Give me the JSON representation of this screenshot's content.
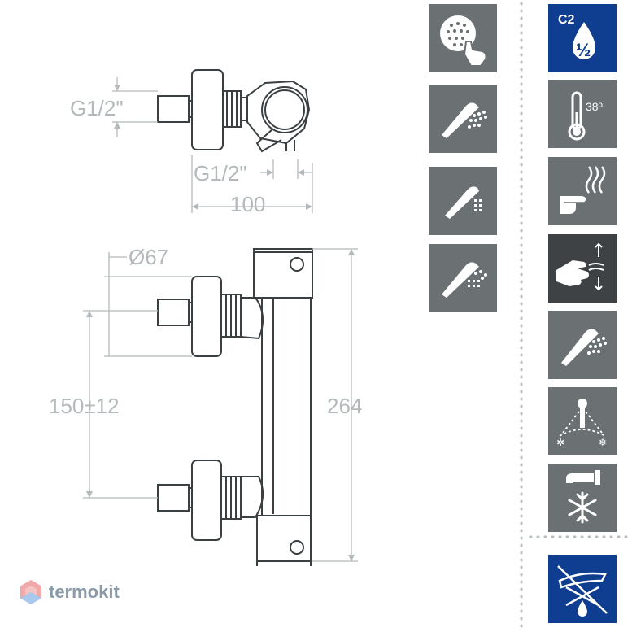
{
  "dimensions": {
    "top_thread": "G1/2\"",
    "bottom_thread": "G1/2\"",
    "depth": "100",
    "diameter": "Ø67",
    "spacing": "150±12",
    "height": "264"
  },
  "badges": {
    "c2_label": "C2",
    "c2_fraction": "½",
    "temperature": "38º"
  },
  "brand": {
    "name": "termokit"
  },
  "colors": {
    "tile_gray": "#6b7173",
    "tile_dark": "#3f4244",
    "tile_blue": "#0f3d8f",
    "dimension_text": "#b4b9bb",
    "drawing_line": "#3a3f42"
  },
  "icons": {
    "column1": [
      "rain-shower-touch-icon",
      "hand-shower-icon",
      "hand-shower-compact-icon",
      "hand-shower-massage-icon"
    ],
    "column2": [
      "water-class-c2-icon",
      "thermometer-38-icon",
      "hot-water-hand-icon",
      "hand-wash-flow-icon",
      "hand-shower-icon",
      "temperature-range-icon",
      "cold-water-tap-icon",
      "no-ironing-icon"
    ]
  }
}
